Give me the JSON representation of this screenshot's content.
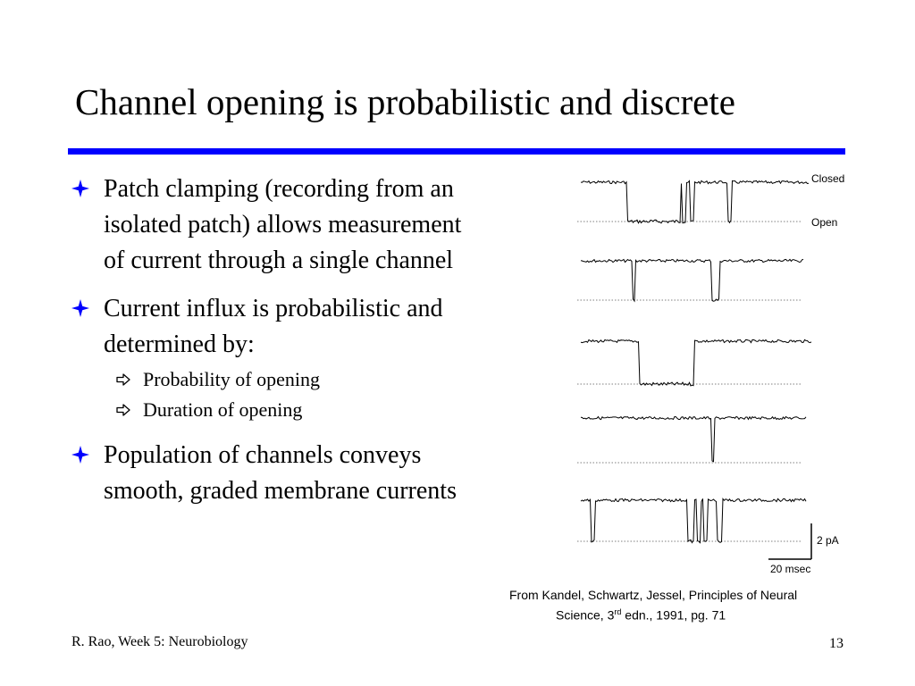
{
  "slide": {
    "title": "Channel opening is probabilistic and discrete",
    "accent_color": "#0000ff"
  },
  "bullets": [
    {
      "icon": "four-point-star-icon",
      "lines": [
        "Patch clamping (recording from an",
        "isolated patch) allows measurement",
        "of current through a single channel"
      ]
    },
    {
      "icon": "four-point-star-icon",
      "lines": [
        "Current influx is probabilistic and",
        "determined by:"
      ],
      "sub_items": [
        {
          "icon": "hollow-arrow-icon",
          "text": "Probability of opening"
        },
        {
          "icon": "hollow-arrow-icon",
          "text": "Duration of opening"
        }
      ]
    },
    {
      "icon": "four-point-star-icon",
      "lines": [
        "Population of channels conveys",
        "smooth, graded membrane currents"
      ]
    }
  ],
  "figure": {
    "label_closed": "Closed",
    "label_open": "Open",
    "scale_current": "2 pA",
    "scale_time": "20 msec"
  },
  "citation": {
    "line1": "From Kandel, Schwartz, Jessel, Principles of Neural",
    "line2_before": "Science, 3",
    "line2_sup": "rd",
    "line2_after": " edn., 1991, pg. 71"
  },
  "footer": {
    "left": "R. Rao, Week 5: Neurobiology",
    "page_number": "13"
  }
}
